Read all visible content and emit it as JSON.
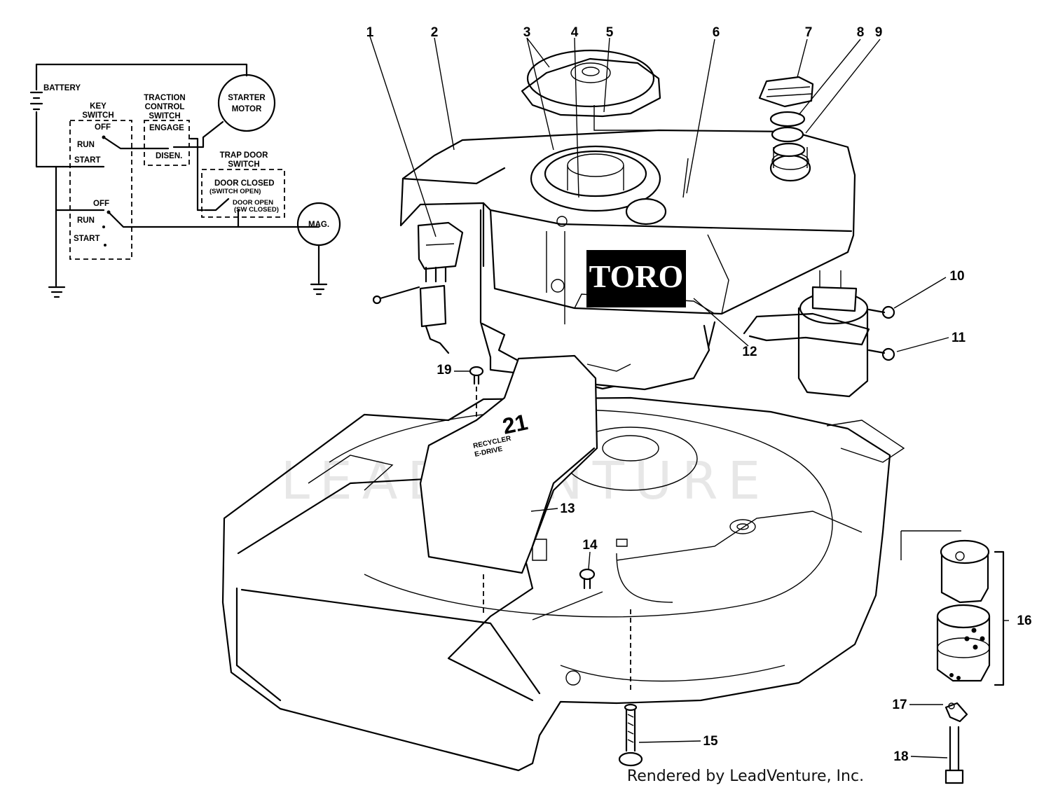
{
  "wiring_schematic": {
    "battery_label": "BATTERY",
    "starter_motor_line1": "STARTER",
    "starter_motor_line2": "MOTOR",
    "key_switch_line1": "KEY",
    "key_switch_line2": "SWITCH",
    "traction_line1": "TRACTION",
    "traction_line2": "CONTROL",
    "traction_line3": "SWITCH",
    "engage": "ENGAGE",
    "disen": "DISEN.",
    "off_top": "OFF",
    "run_top": "RUN",
    "start_top": "START",
    "off_bottom": "OFF",
    "run_bottom": "RUN",
    "start_bottom": "START",
    "trap_door_line1": "TRAP DOOR",
    "trap_door_line2": "SWITCH",
    "door_closed": "DOOR CLOSED",
    "switch_open": "(SWITCH OPEN)",
    "door_open": "DOOR OPEN",
    "sw_closed": "(SW CLOSED)",
    "mag": "MAG."
  },
  "callouts": [
    "1",
    "2",
    "3",
    "4",
    "5",
    "6",
    "7",
    "8",
    "9",
    "10",
    "11",
    "12",
    "13",
    "14",
    "15",
    "16",
    "17",
    "18",
    "19"
  ],
  "engine_brand": "TORO",
  "decal_number": "21",
  "decal_text_line1": "RECYCLER",
  "decal_text_line2": "E-DRIVE",
  "watermark": "LEADVENTURE",
  "footer": "Rendered by LeadVenture, Inc."
}
